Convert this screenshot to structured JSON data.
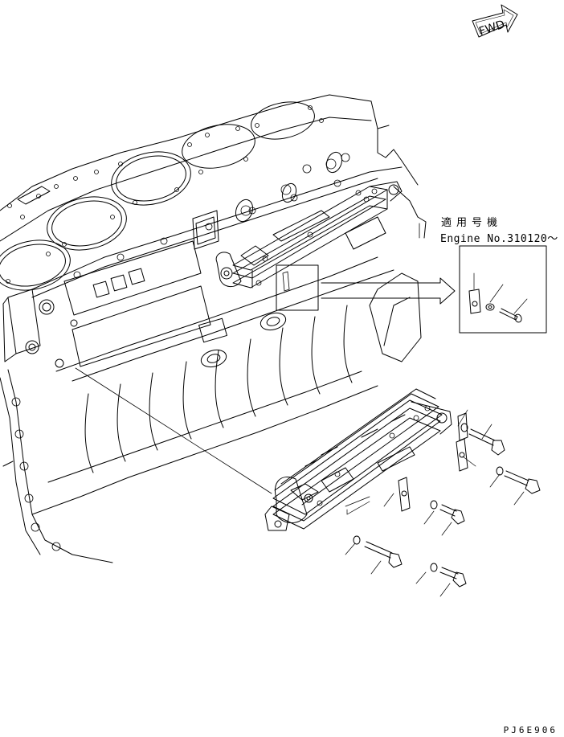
{
  "fwd_arrow": {
    "label": "FWD"
  },
  "applicability": {
    "title": "適用号機",
    "engine_no": "Engine No.310120～"
  },
  "drawing_code": "PJ6E906",
  "colors": {
    "ink": "#000000",
    "paper": "#ffffff"
  }
}
